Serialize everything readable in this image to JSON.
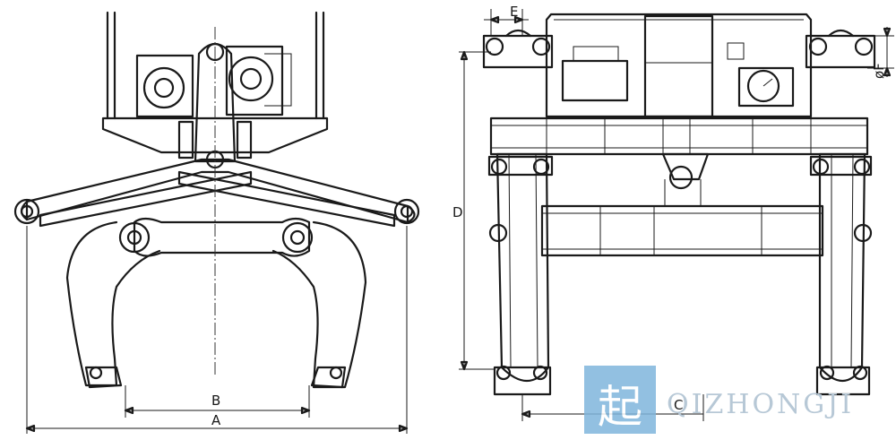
{
  "dimensions": {
    "A": "A",
    "B": "B",
    "C": "C",
    "D": "D",
    "E": "E",
    "F": "øF"
  },
  "watermark": {
    "char": "起",
    "text": "QIZHONGJI"
  },
  "colors": {
    "line": "#1a1a1a",
    "watermark_box": "#7fb6dc",
    "watermark_text": "#b7c8d6"
  }
}
